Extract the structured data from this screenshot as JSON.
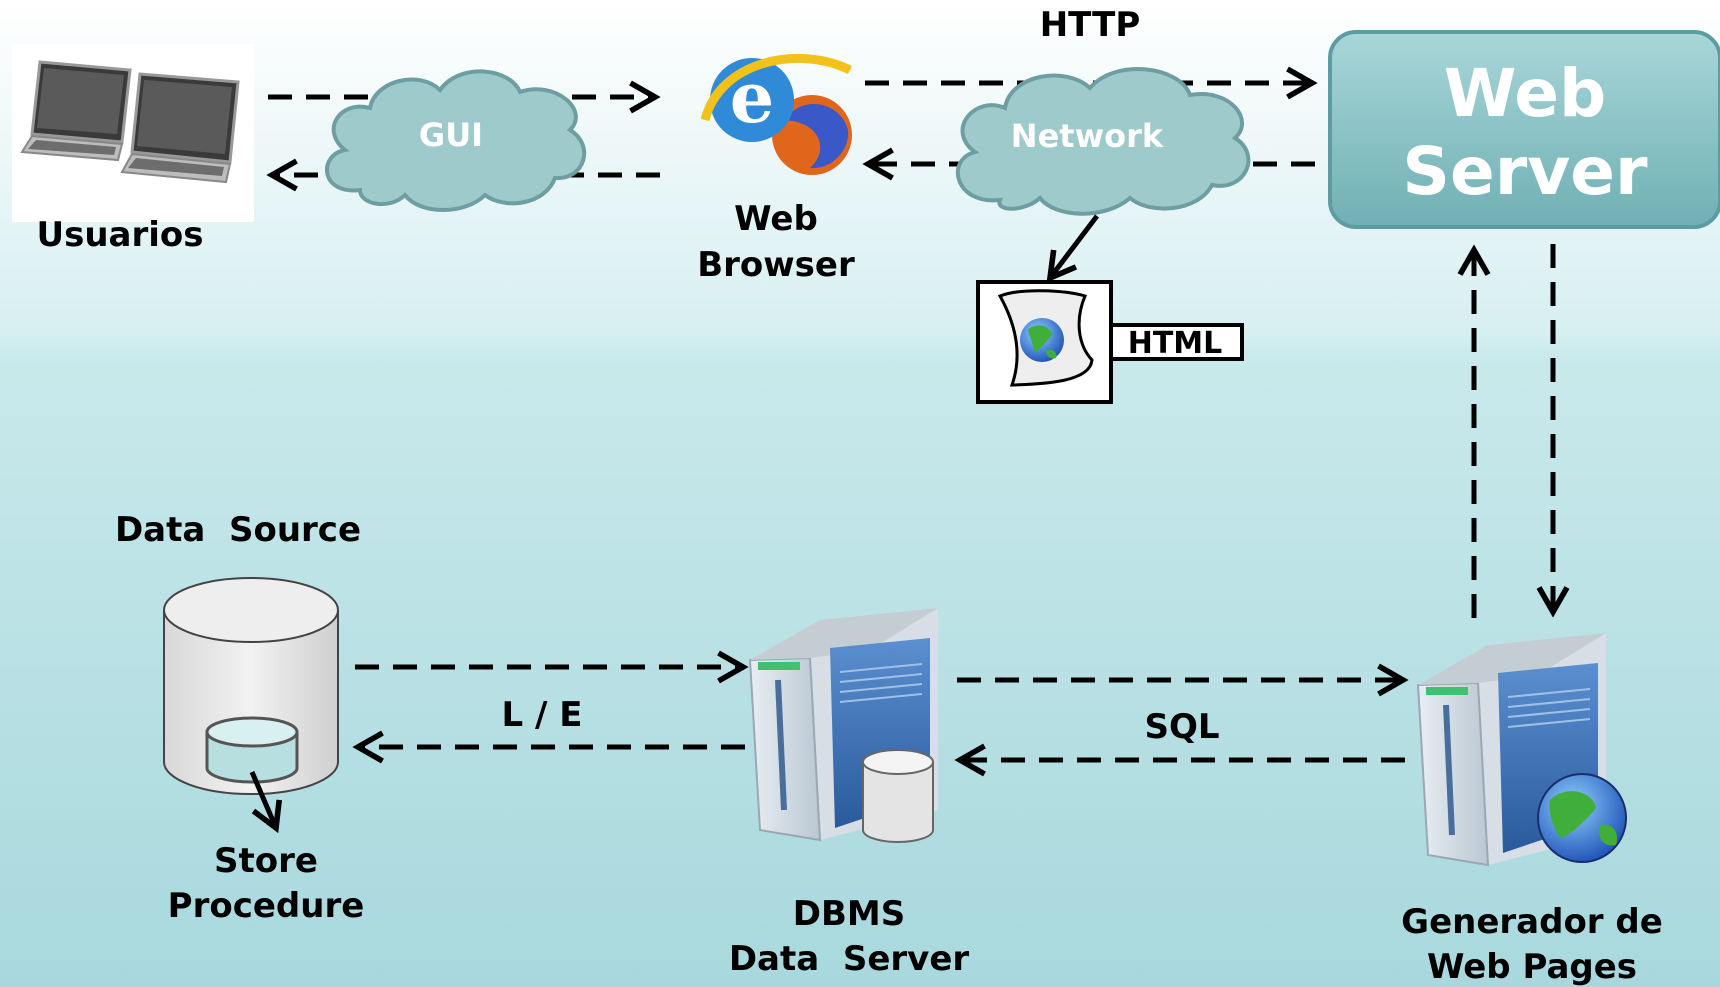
{
  "nodes": {
    "usuarios": "Usuarios",
    "gui": "GUI",
    "web_browser_line1": "Web",
    "web_browser_line2": "Browser",
    "http": "HTTP",
    "network": "Network",
    "web_server_line1": "Web",
    "web_server_line2": "Server",
    "html": "HTML",
    "data_source": "Data  Source",
    "store_procedure_line1": "Store",
    "store_procedure_line2": "Procedure",
    "le": "L / E",
    "sql": "SQL",
    "dbms_line1": "DBMS",
    "dbms_line2": "Data  Server",
    "generador_line1": "Generador de",
    "generador_line2": "Web Pages"
  },
  "colors": {
    "cloud_fill": "#9fcacb",
    "cloud_stroke": "#6f9ea2",
    "web_server_fill": "#7fbcc0",
    "server_blue": "#3f73b5"
  },
  "icons": {
    "laptops": "laptop-icon",
    "browser": "browser-logos-icon",
    "html_doc": "html-document-icon",
    "database": "database-icon",
    "server": "server-icon"
  }
}
